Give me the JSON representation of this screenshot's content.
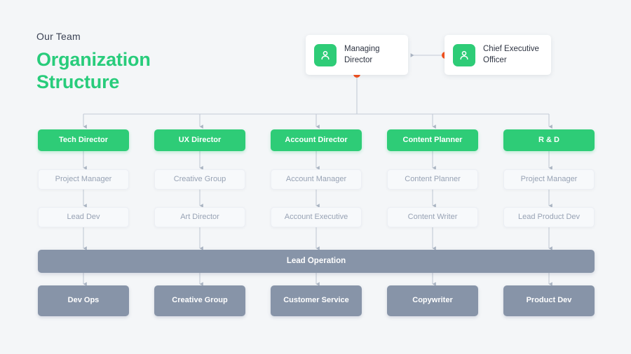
{
  "heading": {
    "kicker": "Our Team",
    "title_line1": "Organization",
    "title_line2": "Structure"
  },
  "colors": {
    "background": "#f4f6f8",
    "accent_green": "#2ecc77",
    "slate": "#8794a8",
    "light_box": "#f7f9fb",
    "light_box_text": "#97a2b4",
    "connector": "#b9c2cf",
    "dot_orange": "#f4511e",
    "title_green": "#28cc7b",
    "kicker_text": "#3b4254",
    "card_bg": "#ffffff",
    "card_text": "#2e3442"
  },
  "executives": [
    {
      "id": "managing-director",
      "label": "Managing\nDirector",
      "icon": "person-icon"
    },
    {
      "id": "chief-executive-officer",
      "label": "Chief Executive\nOfficer",
      "icon": "person-icon"
    }
  ],
  "columns": [
    {
      "director": "Tech Director",
      "level2": "Project Manager",
      "level3": "Lead Dev",
      "level5": "Dev Ops"
    },
    {
      "director": "UX Director",
      "level2": "Creative Group",
      "level3": "Art Director",
      "level5": "Creative Group"
    },
    {
      "director": "Account Director",
      "level2": "Account Manager",
      "level3": "Account Executive",
      "level5": "Customer Service"
    },
    {
      "director": "Content Planner",
      "level2": "Content Planner",
      "level3": "Content Writer",
      "level5": "Copywriter"
    },
    {
      "director": "R & D",
      "level2": "Project Manager",
      "level3": "Lead Product Dev",
      "level5": "Product Dev"
    }
  ],
  "operation_bar": {
    "label": "Lead Operation"
  }
}
